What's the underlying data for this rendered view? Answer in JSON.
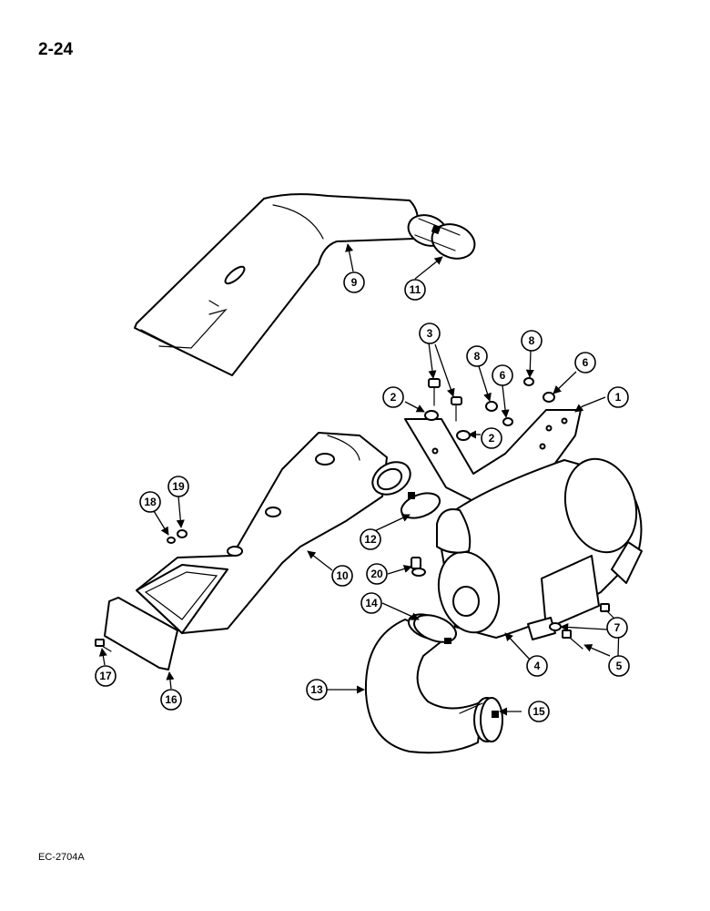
{
  "page": {
    "number": "2-24",
    "figure_code": "EC-2704A"
  },
  "callouts": {
    "c1": "1",
    "c2a": "2",
    "c2b": "2",
    "c3": "3",
    "c4": "4",
    "c5": "5",
    "c6a": "6",
    "c6b": "6",
    "c7": "7",
    "c8a": "8",
    "c8b": "8",
    "c9": "9",
    "c10": "10",
    "c11": "11",
    "c12": "12",
    "c13": "13",
    "c14": "14",
    "c15": "15",
    "c16": "16",
    "c17": "17",
    "c18": "18",
    "c19": "19",
    "c20": "20"
  }
}
